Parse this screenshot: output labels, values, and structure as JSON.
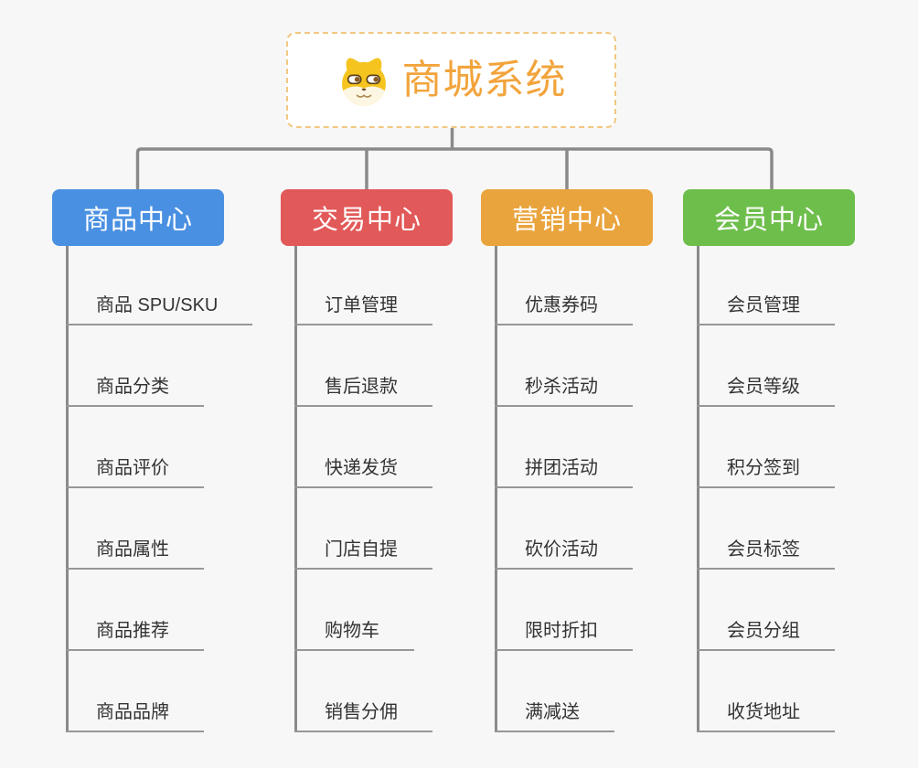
{
  "root": {
    "title": "商城系统",
    "icon": "shiba-dog-face"
  },
  "branches": [
    {
      "label": "商品中心",
      "color": "#4A90E2",
      "items": [
        "商品 SPU/SKU",
        "商品分类",
        "商品评价",
        "商品属性",
        "商品推荐",
        "商品品牌"
      ]
    },
    {
      "label": "交易中心",
      "color": "#E25959",
      "items": [
        "订单管理",
        "售后退款",
        "快递发货",
        "门店自提",
        "购物车",
        "销售分佣"
      ]
    },
    {
      "label": "营销中心",
      "color": "#EAA43E",
      "items": [
        "优惠券码",
        "秒杀活动",
        "拼团活动",
        "砍价活动",
        "限时折扣",
        "满减送"
      ]
    },
    {
      "label": "会员中心",
      "color": "#6EBE4C",
      "items": [
        "会员管理",
        "会员等级",
        "积分签到",
        "会员标签",
        "会员分组",
        "收货地址"
      ]
    }
  ],
  "colors": {
    "background": "#F7F7F7",
    "connector": "#8A8A8A",
    "underline": "#979797",
    "leaf_text": "#333333",
    "root_text": "#F2A43C",
    "root_border": "#F1C882"
  }
}
